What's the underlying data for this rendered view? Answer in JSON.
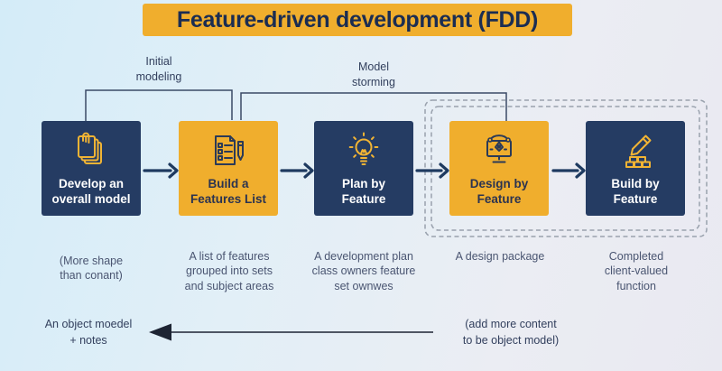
{
  "title": "Feature-driven development (FDD)",
  "colors": {
    "background_left": "#d4ecf8",
    "background_right": "#e9e9f1",
    "navy": "#253c63",
    "yellow": "#f0ae2d",
    "banner_text": "#1b2d52",
    "box_text_on_navy": "#ffffff",
    "box_text_on_yellow": "#2b3350",
    "caption_text": "#4a5571",
    "annotation_text": "#33405e",
    "connector_line": "#3a4a66",
    "dashed_outline": "#99a1ad",
    "flow_arrow": "#1e3a60",
    "long_arrow": "#1d2433"
  },
  "top_annotations": [
    {
      "id": "initial-modeling",
      "label": "Initial\nmodeling"
    },
    {
      "id": "model-storming",
      "label": "Model\nstorming"
    }
  ],
  "steps": [
    {
      "label": "Develop an\noverall model",
      "caption": "(More shape\nthan conant)",
      "variant": "navy",
      "icon": "stacked-notes-icon"
    },
    {
      "label": "Build a\nFeatures List",
      "caption": "A list of features\ngrouped into sets\nand subject areas",
      "variant": "yellow",
      "icon": "checklist-document-icon"
    },
    {
      "label": "Plan by\nFeature",
      "caption": "A development plan\nclass owners feature\nset ownwes",
      "variant": "navy",
      "icon": "lightbulb-icon"
    },
    {
      "label": "Design by\nFeature",
      "caption": "A design package",
      "variant": "yellow",
      "icon": "design-monitor-icon"
    },
    {
      "label": "Build by\nFeature",
      "caption": "Completed\nclient-valued\nfunction",
      "variant": "navy",
      "icon": "pencil-bricks-icon"
    }
  ],
  "bottom_annotations": {
    "left": "An object moedel\n+  notes",
    "right": "(add more content\nto be object model)"
  }
}
